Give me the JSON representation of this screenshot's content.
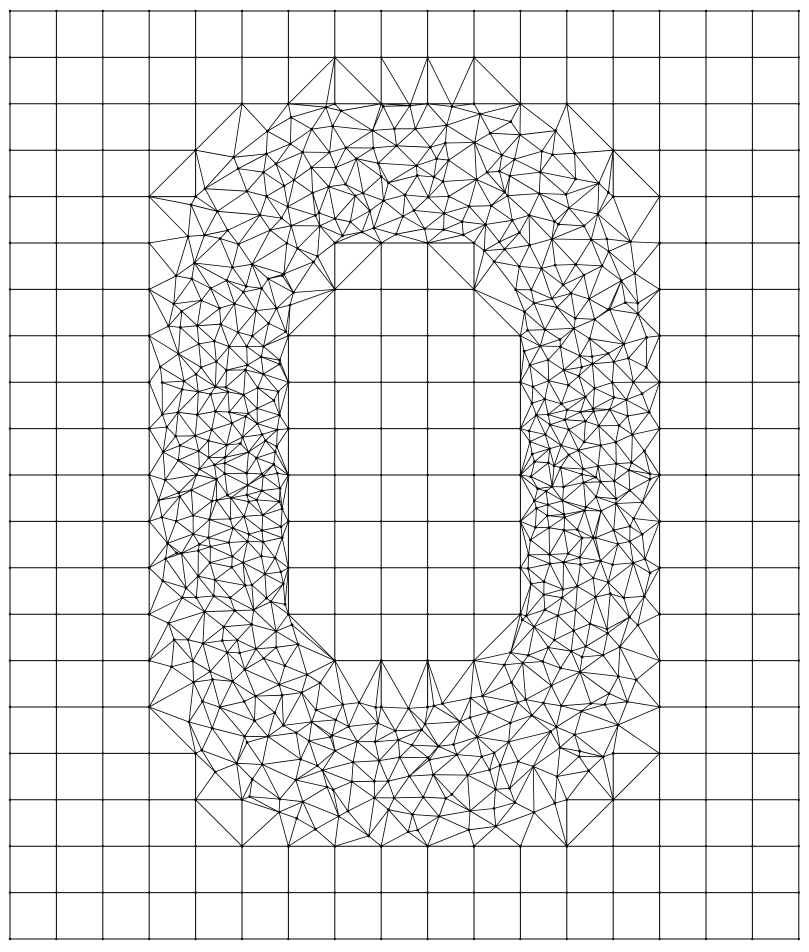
{
  "figure": {
    "kind": "finite-element mesh",
    "description_visible_text": "",
    "colors": {
      "background": "#ffffff",
      "lines": "#000000"
    },
    "structured_grid": {
      "columns": 17,
      "rows": 20
    },
    "refined_region": {
      "shape": "ring",
      "element_type": "triangles"
    }
  }
}
